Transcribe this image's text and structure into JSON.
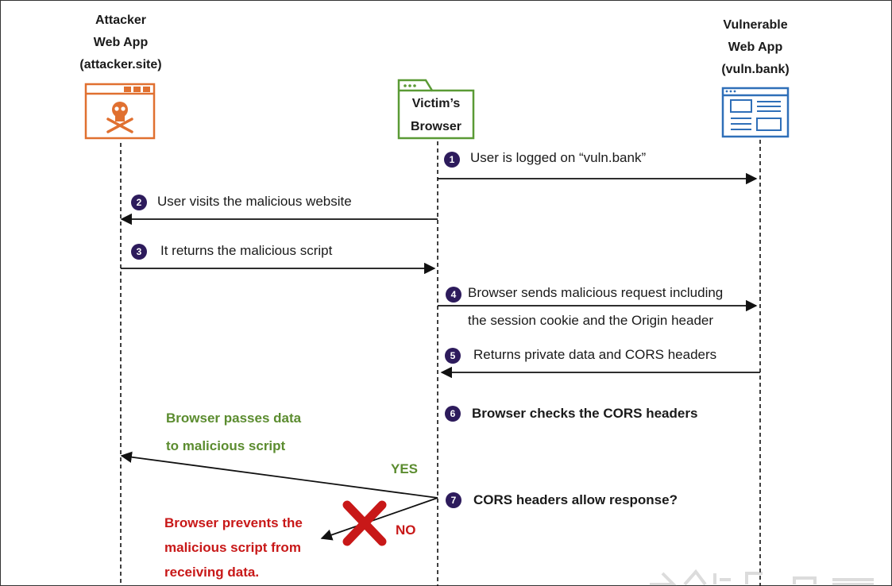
{
  "actors": {
    "attacker": {
      "line1": "Attacker",
      "line2": "Web App",
      "line3": "(attacker.site)"
    },
    "browser": {
      "line1": "Victim’s",
      "line2": "Browser"
    },
    "vulnerable": {
      "line1": "Vulnerable",
      "line2": "Web App",
      "line3": "(vuln.bank)"
    }
  },
  "steps": [
    {
      "number": "1",
      "text": "User is logged on “vuln.bank”"
    },
    {
      "number": "2",
      "text": "User visits the malicious website"
    },
    {
      "number": "3",
      "text": "It returns the malicious script"
    },
    {
      "number": "4",
      "text": "Browser sends malicious request including",
      "text2": "the session cookie and the Origin header"
    },
    {
      "number": "5",
      "text": "Returns private data and CORS headers"
    },
    {
      "number": "6",
      "text": "Browser checks the CORS headers"
    },
    {
      "number": "7",
      "text": "CORS headers allow response?"
    }
  ],
  "outcomes": {
    "yes": {
      "label": "YES",
      "line1": "Browser passes data",
      "line2": "to malicious script"
    },
    "no": {
      "label": "NO",
      "line1": "Browser prevents the",
      "line2": "malicious script from",
      "line3": "receiving data."
    }
  },
  "colors": {
    "attacker": "#e07030",
    "browser": "#5a9a35",
    "vulnerable": "#2f6fb8",
    "step_badge": "#2d1b5c",
    "yes": "#5b8c2f",
    "no": "#c81818"
  },
  "icons": [
    "skull-crossbones-icon",
    "browser-window-icon",
    "web-page-icon",
    "red-x-icon"
  ]
}
